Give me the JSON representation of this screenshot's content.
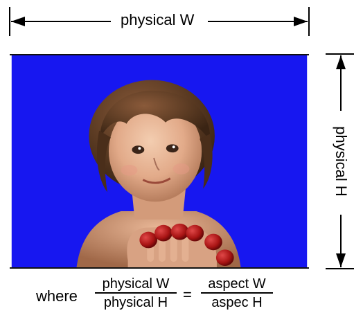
{
  "labels": {
    "physical_w": "physical W",
    "physical_h": "physical H"
  },
  "formula": {
    "where": "where",
    "left_numerator": "physical W",
    "left_denominator": "physical H",
    "equals": "=",
    "right_numerator": "aspect W",
    "right_denominator": "aspec H"
  },
  "colors": {
    "background_blue": "#1a1aff",
    "line_color": "#000000"
  }
}
